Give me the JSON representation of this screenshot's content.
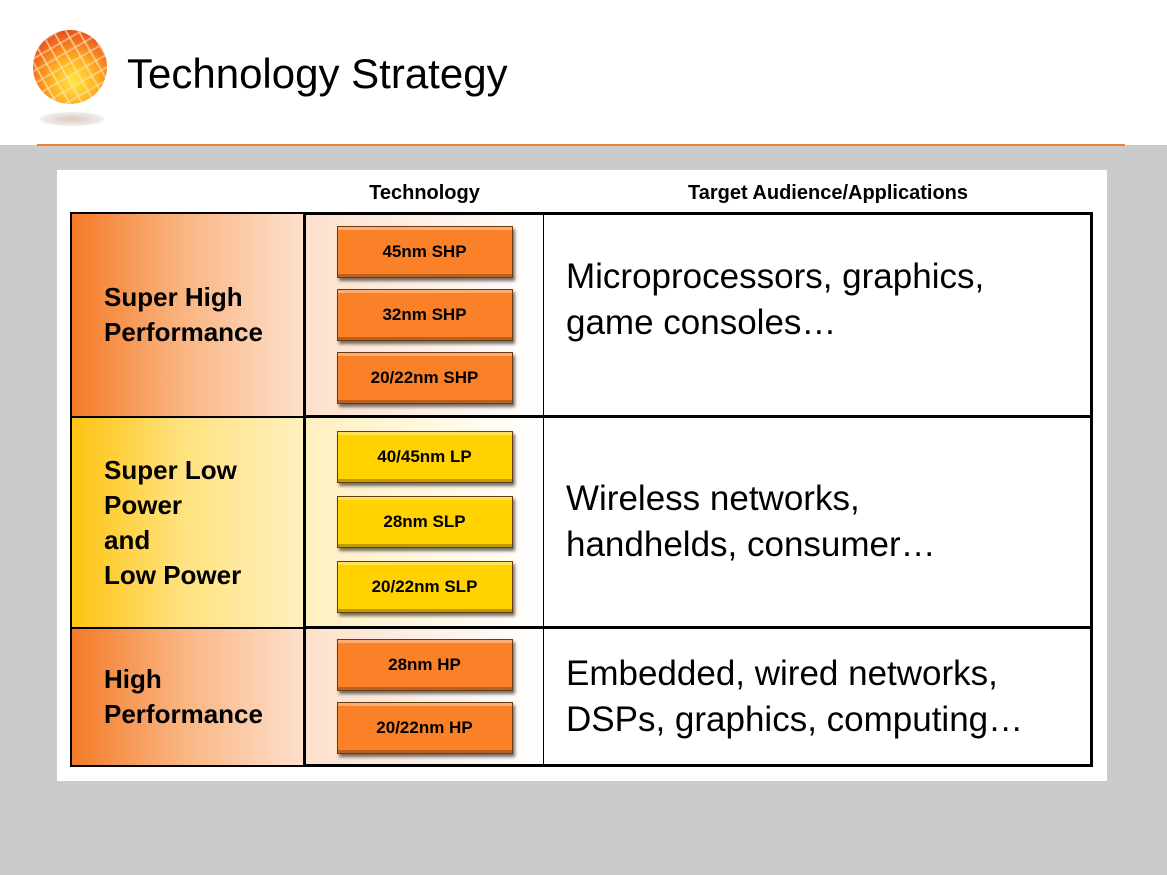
{
  "title": "Technology Strategy",
  "columns": {
    "technology": "Technology",
    "audience": "Target Audience/Applications"
  },
  "rows": [
    {
      "category": "Super High\nPerformance",
      "color": "#f47a28",
      "technologies": [
        "45nm SHP",
        "32nm SHP",
        "20/22nm SHP"
      ],
      "applications": "Microprocessors, graphics,\ngame consoles…"
    },
    {
      "category": "Super Low\nPower\nand\nLow Power",
      "color": "#ffc412",
      "technologies": [
        "40/45nm LP",
        "28nm SLP",
        "20/22nm SLP"
      ],
      "applications": "Wireless networks,\nhandhelds, consumer…"
    },
    {
      "category": "High\nPerformance",
      "color": "#f47a28",
      "technologies": [
        "28nm HP",
        "20/22nm HP"
      ],
      "applications": "Embedded, wired networks,\nDSPs, graphics, computing…"
    }
  ]
}
